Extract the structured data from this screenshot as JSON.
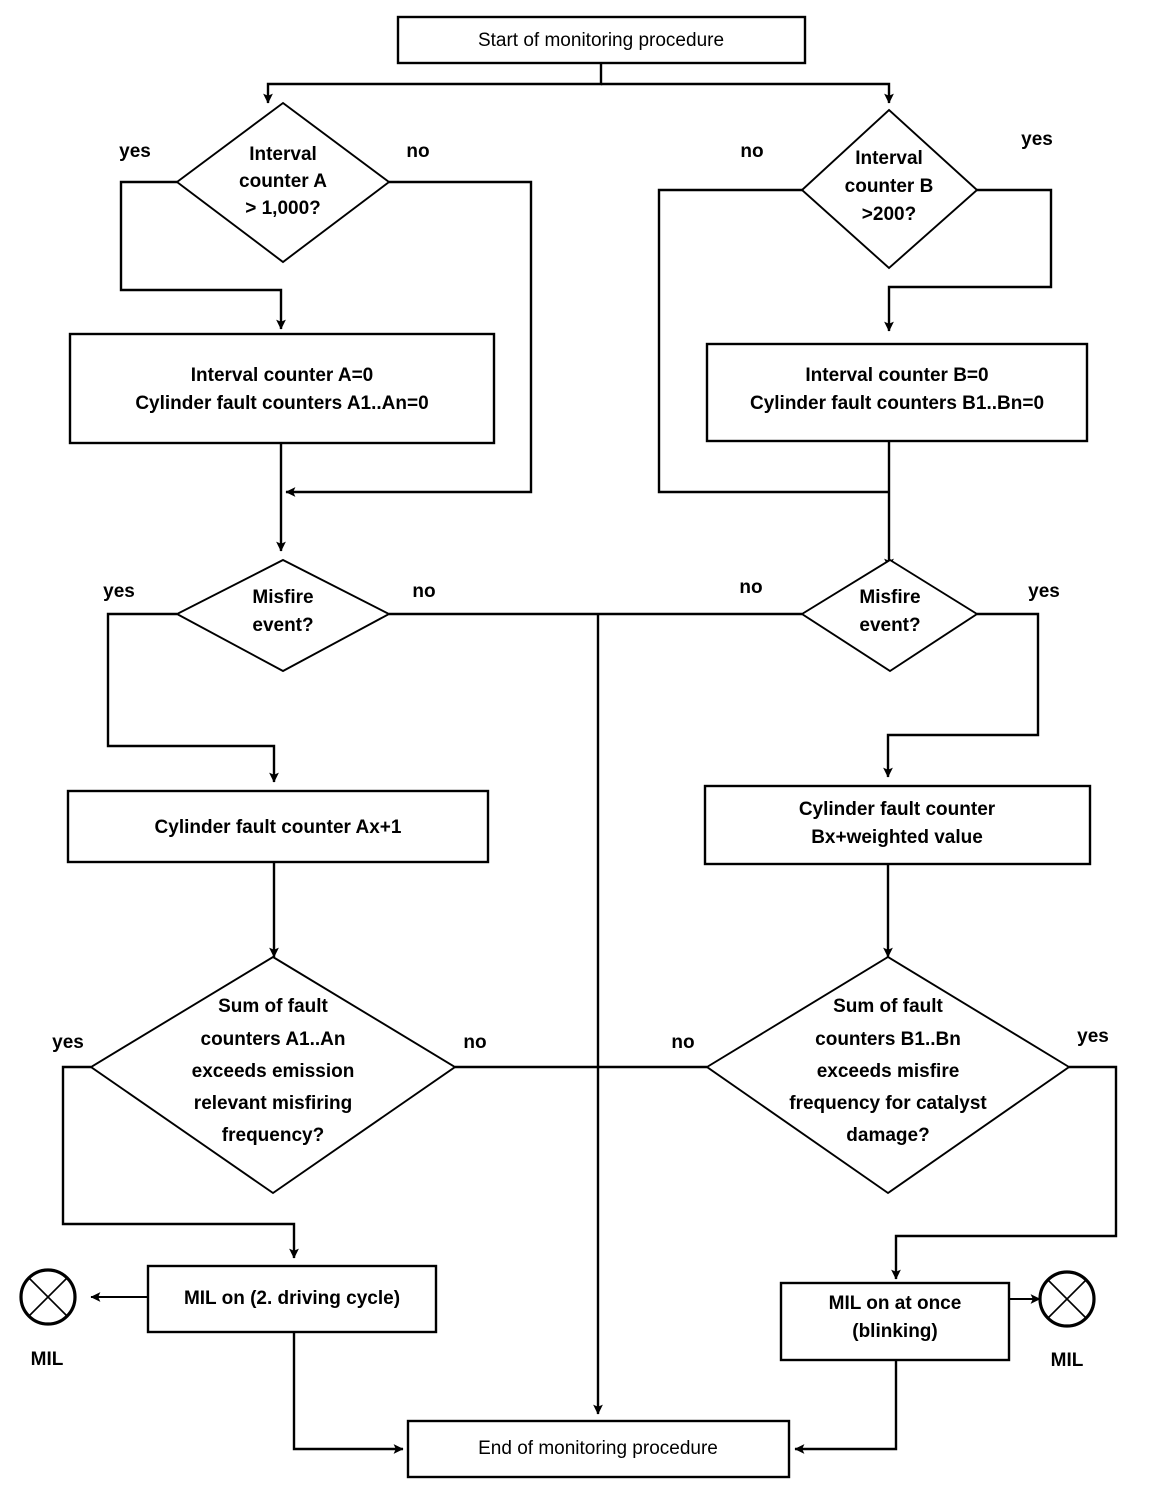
{
  "diagram": {
    "title": "Misfire monitoring procedure flowchart",
    "colors": {
      "background": "#ffffff",
      "stroke": "#000000",
      "text": "#000000"
    },
    "nodes": {
      "start": {
        "label": "Start of monitoring procedure"
      },
      "decision_interval_a": {
        "line1": "Interval",
        "line2": "counter A",
        "line3": "> 1,000?"
      },
      "decision_interval_b": {
        "line1": "Interval",
        "line2": "counter B",
        "line3": ">200?"
      },
      "reset_a": {
        "line1": "Interval counter A=0",
        "line2": "Cylinder fault counters A1..An=0"
      },
      "reset_b": {
        "line1": "Interval counter B=0",
        "line2": "Cylinder fault counters B1..Bn=0"
      },
      "misfire_a": {
        "line1": "Misfire",
        "line2": "event?"
      },
      "misfire_b": {
        "line1": "Misfire",
        "line2": "event?"
      },
      "counter_ax": {
        "line1": "Cylinder fault counter Ax+1"
      },
      "counter_bx": {
        "line1": "Cylinder fault counter",
        "line2": "Bx+weighted value"
      },
      "sum_a": {
        "line1": "Sum of  fault",
        "line2": "counters A1..An",
        "line3": "exceeds emission",
        "line4": "relevant misfiring",
        "line5": "frequency?"
      },
      "sum_b": {
        "line1": "Sum of  fault",
        "line2": "counters B1..Bn",
        "line3": "exceeds misfire",
        "line4": "frequency for catalyst",
        "line5": "damage?"
      },
      "mil_on_a": {
        "line1": "MIL on (2. driving cycle)"
      },
      "mil_on_b": {
        "line1": "MIL on at once",
        "line2": "(blinking)"
      },
      "end": {
        "label": "End of monitoring procedure"
      },
      "mil_lamp_left": {
        "label": "MIL",
        "icon": "mil-lamp-icon"
      },
      "mil_lamp_right": {
        "label": "MIL",
        "icon": "mil-lamp-icon"
      }
    },
    "edge_labels": {
      "interval_a_yes": "yes",
      "interval_a_no": "no",
      "interval_b_no": "no",
      "interval_b_yes": "yes",
      "misfire_a_yes": "yes",
      "misfire_a_no": "no",
      "misfire_b_no": "no",
      "misfire_b_yes": "yes",
      "sum_a_yes": "yes",
      "sum_a_no": "no",
      "sum_b_no": "no",
      "sum_b_yes": "yes"
    }
  }
}
